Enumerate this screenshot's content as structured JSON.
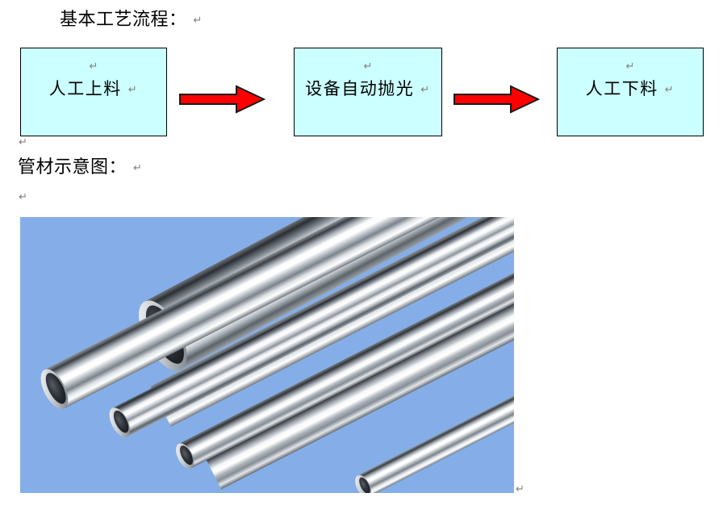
{
  "document": {
    "headings": {
      "process_flow": "基本工艺流程：",
      "pipe_diagram": "管材示意图："
    },
    "pilcrow_glyph": "↵"
  },
  "flow_diagram": {
    "boxes": [
      {
        "label": "人工上料",
        "fill_color": "#CCFFFF",
        "border_color": "#000000"
      },
      {
        "label": "设备自动抛光",
        "fill_color": "#CCFFFF",
        "border_color": "#000000"
      },
      {
        "label": "人工下料",
        "fill_color": "#CCFFFF",
        "border_color": "#000000"
      }
    ],
    "arrows": [
      {
        "name": "arrow-1",
        "direction": "right",
        "fill_color": "#FF0000",
        "outline_color": "#000000"
      },
      {
        "name": "arrow-2",
        "direction": "right",
        "fill_color": "#FF0000",
        "outline_color": "#000000"
      }
    ]
  },
  "pipe_image": {
    "alt": "抛光不锈钢管材照片",
    "background_color": "#85AEE8",
    "pipe_count": 6,
    "metal_light": "#FDFDFD",
    "metal_mid": "#A8AEB6",
    "metal_dark": "#2A2E33"
  }
}
